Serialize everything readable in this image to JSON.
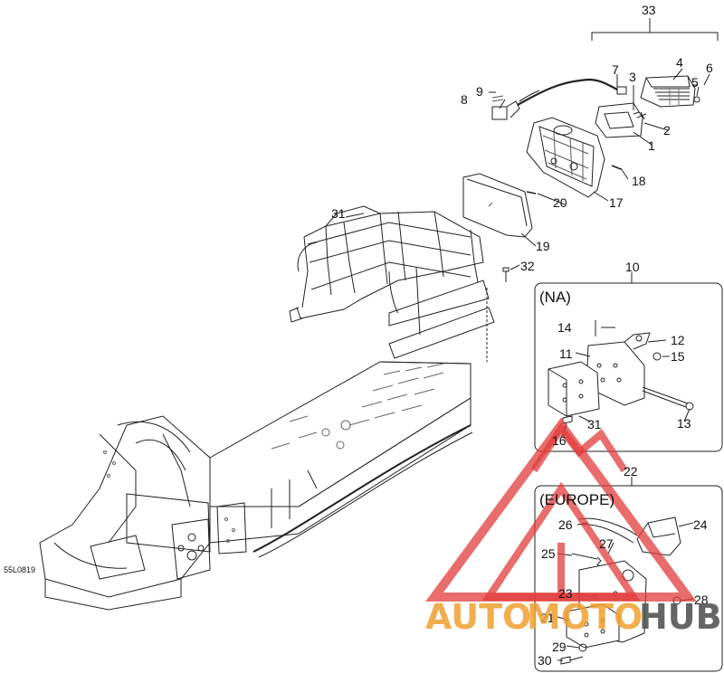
{
  "diagram": {
    "code": "55L0819",
    "box_na_title": "(NA)",
    "box_europe_title": "(EUROPE)",
    "callouts": [
      "33",
      "7",
      "3",
      "4",
      "5",
      "6",
      "8",
      "9",
      "1",
      "2",
      "18",
      "20",
      "17",
      "31",
      "19",
      "32",
      "10",
      "14",
      "12",
      "11",
      "15",
      "31",
      "13",
      "16",
      "22",
      "26",
      "24",
      "27",
      "25",
      "23",
      "28",
      "21",
      "29",
      "30"
    ]
  },
  "watermark": {
    "text_auto": "AUTO",
    "text_moto": "MOTO",
    "text_hub": "HUB",
    "color_primary": "#f0a030",
    "color_logo": "#e23c3c",
    "color_hub": "#555555"
  }
}
